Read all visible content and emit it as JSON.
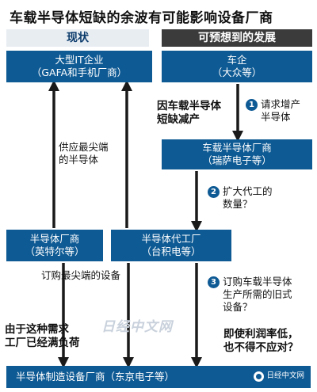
{
  "title": "车载半导体短缺的余波有可能影响设备厂商",
  "headers": {
    "current": "现状",
    "expected": "可预想到的发展"
  },
  "boxes": {
    "it_line1": "大型IT企业",
    "it_line2": "（GAFA和手机厂商）",
    "car_line1": "车企",
    "car_line2": "（大众等）",
    "chip_maker_line1": "车载半导体厂商",
    "chip_maker_line2": "（瑞萨电子等）",
    "semi_line1": "半导体厂商",
    "semi_line2": "（英特尔等）",
    "foundry_line1": "半导体代工厂",
    "foundry_line2": "（台积电等）",
    "equipment": "半导体制造设备厂商（东京电子等）"
  },
  "labels": {
    "supply_line1": "供应最尖端",
    "supply_line2": "的半导体",
    "shortage_line1": "因车载半导体",
    "shortage_line2": "短缺减产",
    "order_cutting_edge": "订购最尖端的设备",
    "full_load_line1": "由于这种需求",
    "full_load_line2": "工厂已经满负荷",
    "low_profit_line1": "即使利润率低，",
    "low_profit_line2": "也不得不应对？"
  },
  "steps": [
    {
      "num": "1",
      "line1": "请求增产",
      "line2": "半导体"
    },
    {
      "num": "2",
      "line1": "扩大代工的",
      "line2": "数量？"
    },
    {
      "num": "3",
      "line1": "订购车载半导体",
      "line2": "生产所需的旧式",
      "line3": "设备？"
    }
  ],
  "watermark_text": "日经中文网",
  "footer_brand": "日经中文网",
  "colors": {
    "box_blue": "#0e5a94",
    "header_dark": "#3b3b3b",
    "header_light": "#e8edf2"
  }
}
